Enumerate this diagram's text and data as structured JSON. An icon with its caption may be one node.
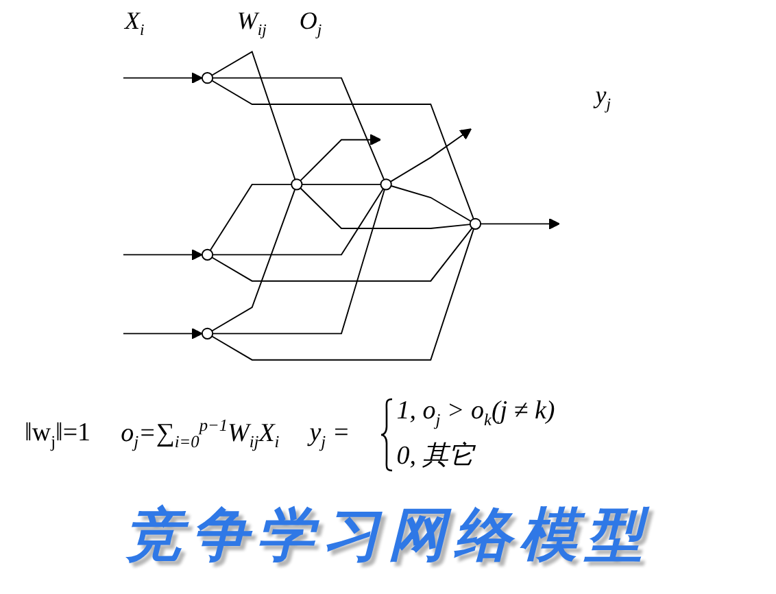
{
  "diagram": {
    "title": "竞争学习网络模型",
    "nodes": [
      {
        "text": [],
        "shape": "circle"
      },
      {
        "text": [],
        "shape": "circle"
      },
      {
        "text": [],
        "shape": "circle"
      },
      {
        "text": [],
        "shape": "circle"
      },
      {
        "text": [],
        "shape": "circle"
      },
      {
        "text": [],
        "shape": "circle"
      }
    ],
    "edges": [
      {
        "from": null,
        "to": 0,
        "arrow": "to"
      },
      {
        "from": null,
        "to": 1,
        "arrow": "to"
      },
      {
        "from": null,
        "to": 2,
        "arrow": "to"
      },
      {
        "from": 0,
        "to": 3,
        "arrow": "none"
      },
      {
        "from": 0,
        "to": 4,
        "arrow": "none"
      },
      {
        "from": 0,
        "to": 5,
        "arrow": "none"
      },
      {
        "from": 1,
        "to": 3,
        "arrow": "none"
      },
      {
        "from": 1,
        "to": 4,
        "arrow": "none"
      },
      {
        "from": 1,
        "to": 5,
        "arrow": "none"
      },
      {
        "from": 2,
        "to": 3,
        "arrow": "none"
      },
      {
        "from": 2,
        "to": 4,
        "arrow": "none"
      },
      {
        "from": 2,
        "to": 5,
        "arrow": "none"
      },
      {
        "from": 3,
        "to": null,
        "arrow": "to"
      },
      {
        "from": 4,
        "to": null,
        "arrow": "to"
      },
      {
        "from": 5,
        "to": null,
        "arrow": "to"
      },
      {
        "from": 3,
        "to": 4,
        "arrow": "none"
      },
      {
        "from": 4,
        "to": 5,
        "arrow": "none"
      },
      {
        "from": 3,
        "to": 5,
        "arrow": "none"
      }
    ],
    "labels": [
      "X$_{i}$",
      "W$_{ij}$",
      "O$_{j}$",
      "y$_{j}$",
      "‖w$_{j}$‖=1",
      "o$_{j}$=∑$_{i=0}$$^{p−1}$W$_{ij}$X$_{i}$",
      "y$_{j}$ =",
      "1, o$_{j}$ > o$_{k}$(j ≠ k)",
      "0, 其它"
    ]
  }
}
